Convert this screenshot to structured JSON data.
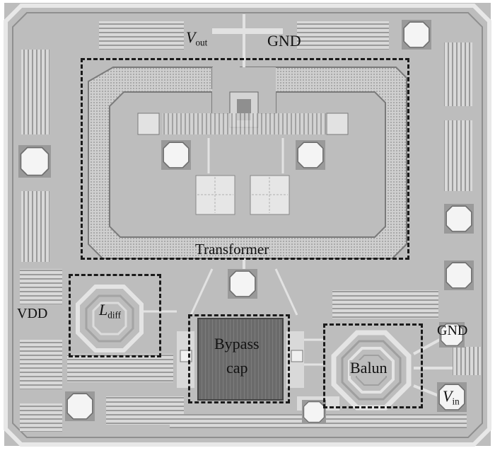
{
  "labels": {
    "vout": {
      "main": "V",
      "sub": "out"
    },
    "gnd_top": "GND",
    "transformer": "Transformer",
    "vdd": "VDD",
    "ldiff": {
      "main": "L",
      "sub": "diff"
    },
    "bypass_line1": "Bypass",
    "bypass_line2": "cap",
    "balun": "Balun",
    "gnd_right": "GND",
    "vin": {
      "main": "V",
      "sub": "in"
    }
  },
  "colors": {
    "die_background": "#bdbdbd",
    "metal_light": "#e6e6e6",
    "metal_mid": "#d2d2d2",
    "metal_dark": "#8a8a8a",
    "dashed_outline": "#1a1a1a",
    "bypass_cap_fill": "#6b6b6b"
  }
}
